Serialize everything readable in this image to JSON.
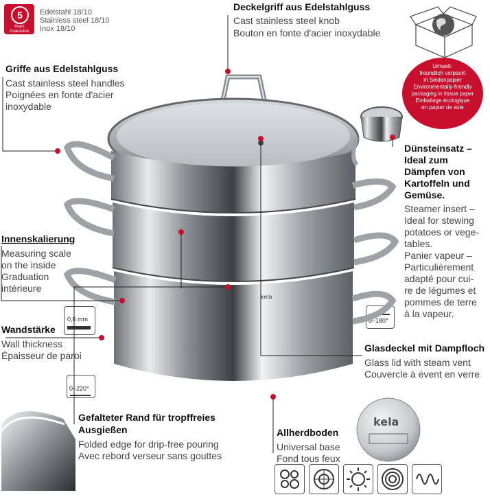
{
  "guarantee": {
    "years": "5",
    "line1": "Years",
    "line2": "Guarantee"
  },
  "material": {
    "de": "Edelstahl 18/10",
    "en": "Stainless steel 18/10",
    "fr": "Inox 18/10"
  },
  "lid_knob": {
    "title": "Deckelgriff aus Edelstahlguss",
    "en": "Cast stainless steel knob",
    "fr": "Bouton en fonte d'acier inoxydable"
  },
  "eco": {
    "lines": [
      "Umwelt-",
      "freundlich verpackt",
      "in Seidenpapier",
      "Environmentally-friendly",
      "packaging in tissue paper",
      "Emballage écologique",
      "en papier de soie"
    ]
  },
  "handles": {
    "title": "Griffe aus Edelstahlguss",
    "en": "Cast stainless steel handles",
    "fr1": "Poignées en fonte d'acier",
    "fr2": "inoxydable"
  },
  "steamer": {
    "title1": "Dünsteinsatz –",
    "title2": "Ideal zum",
    "title3": "Dämpfen von",
    "title4": "Kartoffeln und",
    "title5": "Gemüse.",
    "en1": "Steamer insert –",
    "en2": "Ideal for stewing",
    "en3": "potatoes or vege-",
    "en4": "tables.",
    "fr1": "Panier vapeur –",
    "fr2": "Particulièrement",
    "fr3": "adapté pour cui-",
    "fr4": "re de légumes et",
    "fr5": "pommes de terre",
    "fr6": "à la vapeur."
  },
  "scale": {
    "title": "Innenskalierung",
    "en1": "Measuring scale",
    "en2": "on the inside",
    "fr1": "Graduation",
    "fr2": "intérieure"
  },
  "wall": {
    "title": "Wandstärke",
    "en": "Wall thickness",
    "fr": "Épaisseur de paroi",
    "icon_label": "0,6 mm"
  },
  "temp_lid": {
    "label": "0–180°"
  },
  "temp_pot": {
    "label": "0–220°"
  },
  "glass_lid": {
    "title": "Glasdeckel mit Dampfloch",
    "en": "Glass lid with steam vent",
    "fr": "Couvercle à évent en verre"
  },
  "rim": {
    "title1": "Gefalteter Rand für tropffreies",
    "title2": "Ausgießen",
    "en": "Folded edge for drip-free pouring",
    "fr": "Avec rebord verseur sans gouttes"
  },
  "base": {
    "title": "Allherdboden",
    "en": "Universal base",
    "fr": "Fond tous feux",
    "logo": "kela",
    "pot_logo": "kela"
  },
  "colors": {
    "accent": "#c8102e",
    "steel": "#b9bcc0"
  }
}
